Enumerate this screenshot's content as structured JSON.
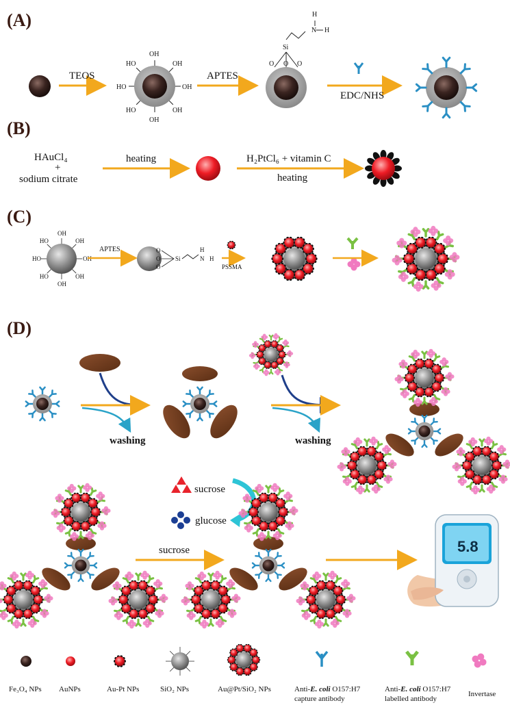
{
  "panels": {
    "a": "(A)",
    "b": "(B)",
    "c": "(C)",
    "d": "(D)"
  },
  "a": {
    "teos": "TEOS",
    "aptes": "APTES",
    "edc": "EDC/NHS",
    "oh": "OH",
    "ho": "HO",
    "si": "Si",
    "o": "O",
    "n": "N",
    "h": "H"
  },
  "b": {
    "haucl4": "HAuCl₄",
    "plus": "+",
    "citrate": "sodium citrate",
    "heating1": "heating",
    "h2ptcl6": "H₂PtCl₆ + vitamin C",
    "heating2": "heating"
  },
  "c": {
    "aptes": "APTES",
    "pssma": "PSSMA",
    "si": "Si",
    "o": "O",
    "n": "N",
    "h": "H",
    "oh": "OH",
    "ho": "HO"
  },
  "d": {
    "washing1": "washing",
    "washing2": "washing",
    "sucrose_label": "sucrose",
    "glucose_label": "glucose",
    "sucrose_arrow": "sucrose",
    "meter_value": "5.8"
  },
  "legend": {
    "fe3o4": "Fe₃O₄ NPs",
    "aunps": "AuNPs",
    "aupt": "Au-Pt NPs",
    "sio2": "SiO₂ NPs",
    "aupt_sio2": "Au@Pt/SiO₂ NPs",
    "capture_1a": "Anti-",
    "capture_1b": "E. coli",
    "capture_1c": " O157:H7",
    "capture_2": "capture antibody",
    "labelled_1a": "Anti-",
    "labelled_1b": "E. coli",
    "labelled_1c": " O157:H7",
    "labelled_2": "labelled antibody",
    "invertase": "Invertase"
  },
  "colors": {
    "arrow": "#f2a81d",
    "fe3o4": "#3a2420",
    "silica": "#9a9a9a",
    "au": "#e8232c",
    "antibody": "#2a8fc4",
    "lab_antibody": "#7ac143",
    "invertase": "#f07ac0",
    "bacteria": "#6b3a1f",
    "sucrose": "#e8232c",
    "glucose": "#1c3f94",
    "cyan_arrow": "#2ec4d6"
  }
}
